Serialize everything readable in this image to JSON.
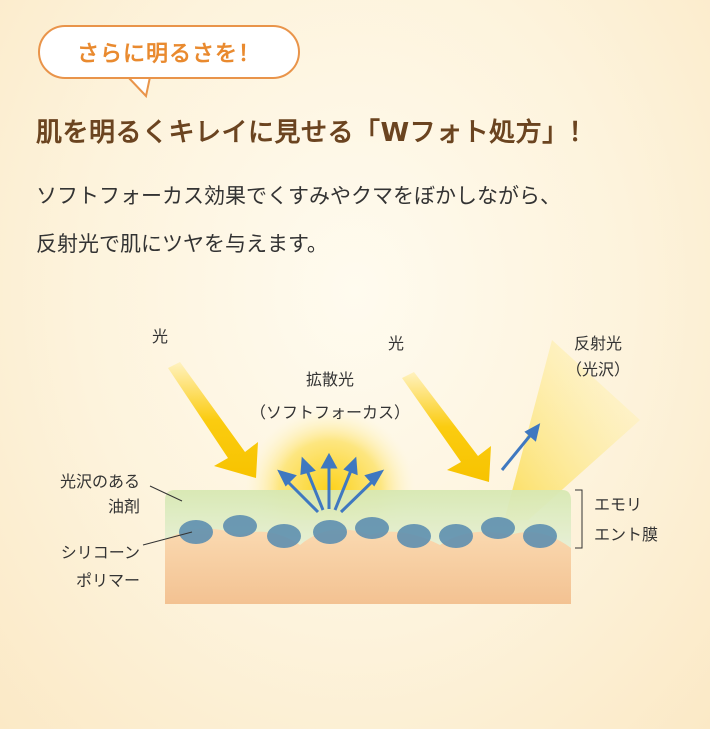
{
  "bubble": {
    "text": "さらに明るさを！"
  },
  "title": "肌を明るくキレイに見せる「Wフォト処方」！",
  "body": {
    "line1": "ソフトフォーカス効果でくすみやクマをぼかしながら、",
    "line2": "反射光で肌にツヤを与えます。"
  },
  "diagram": {
    "light_left": "光",
    "light_right": "光",
    "diffuse_1": "拡散光",
    "diffuse_2": "（ソフトフォーカス）",
    "reflect_1": "反射光",
    "reflect_2": "（光沢）",
    "oil_1": "光沢のある",
    "oil_2": "油剤",
    "silicone_1": "シリコーン",
    "silicone_2": "ポリマー",
    "film_1": "エモリ",
    "film_2": "エント膜"
  },
  "colors": {
    "accent": "#e9944a",
    "title": "#6b4420",
    "arrow": "#f7c300",
    "scatter": "#3f78c0"
  }
}
